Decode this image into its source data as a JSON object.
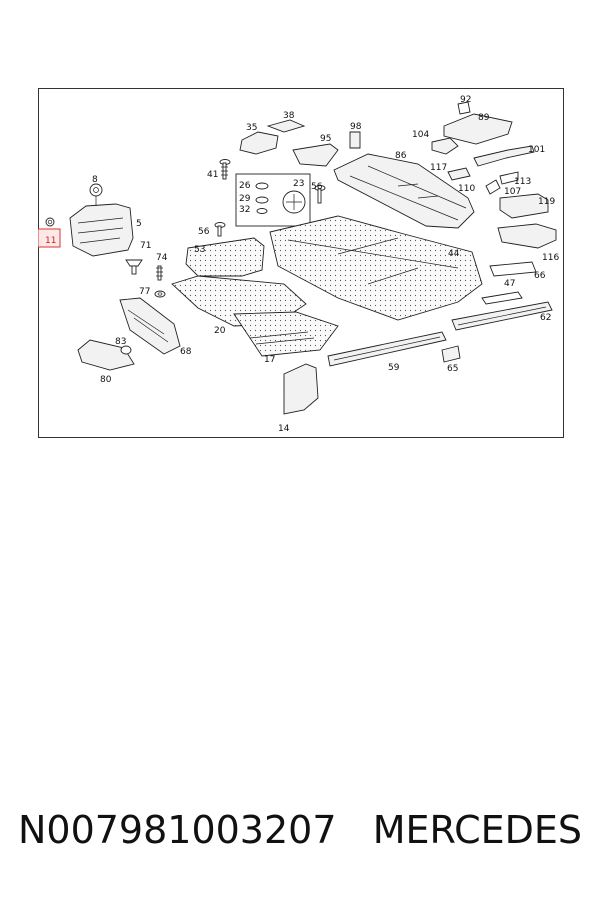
{
  "diagram": {
    "highlighted_part": "11",
    "part_numbers": [
      "92",
      "89",
      "38",
      "35",
      "95",
      "98",
      "104",
      "101",
      "86",
      "117",
      "41",
      "26",
      "29",
      "32",
      "23",
      "56",
      "113",
      "110",
      "107",
      "8",
      "119",
      "5",
      "11",
      "56",
      "71",
      "53",
      "44",
      "116",
      "74",
      "66",
      "77",
      "47",
      "62",
      "20",
      "68",
      "83",
      "17",
      "59",
      "65",
      "80",
      "14"
    ]
  },
  "caption": {
    "part_number": "N007981003207",
    "brand": "MERCEDES"
  }
}
